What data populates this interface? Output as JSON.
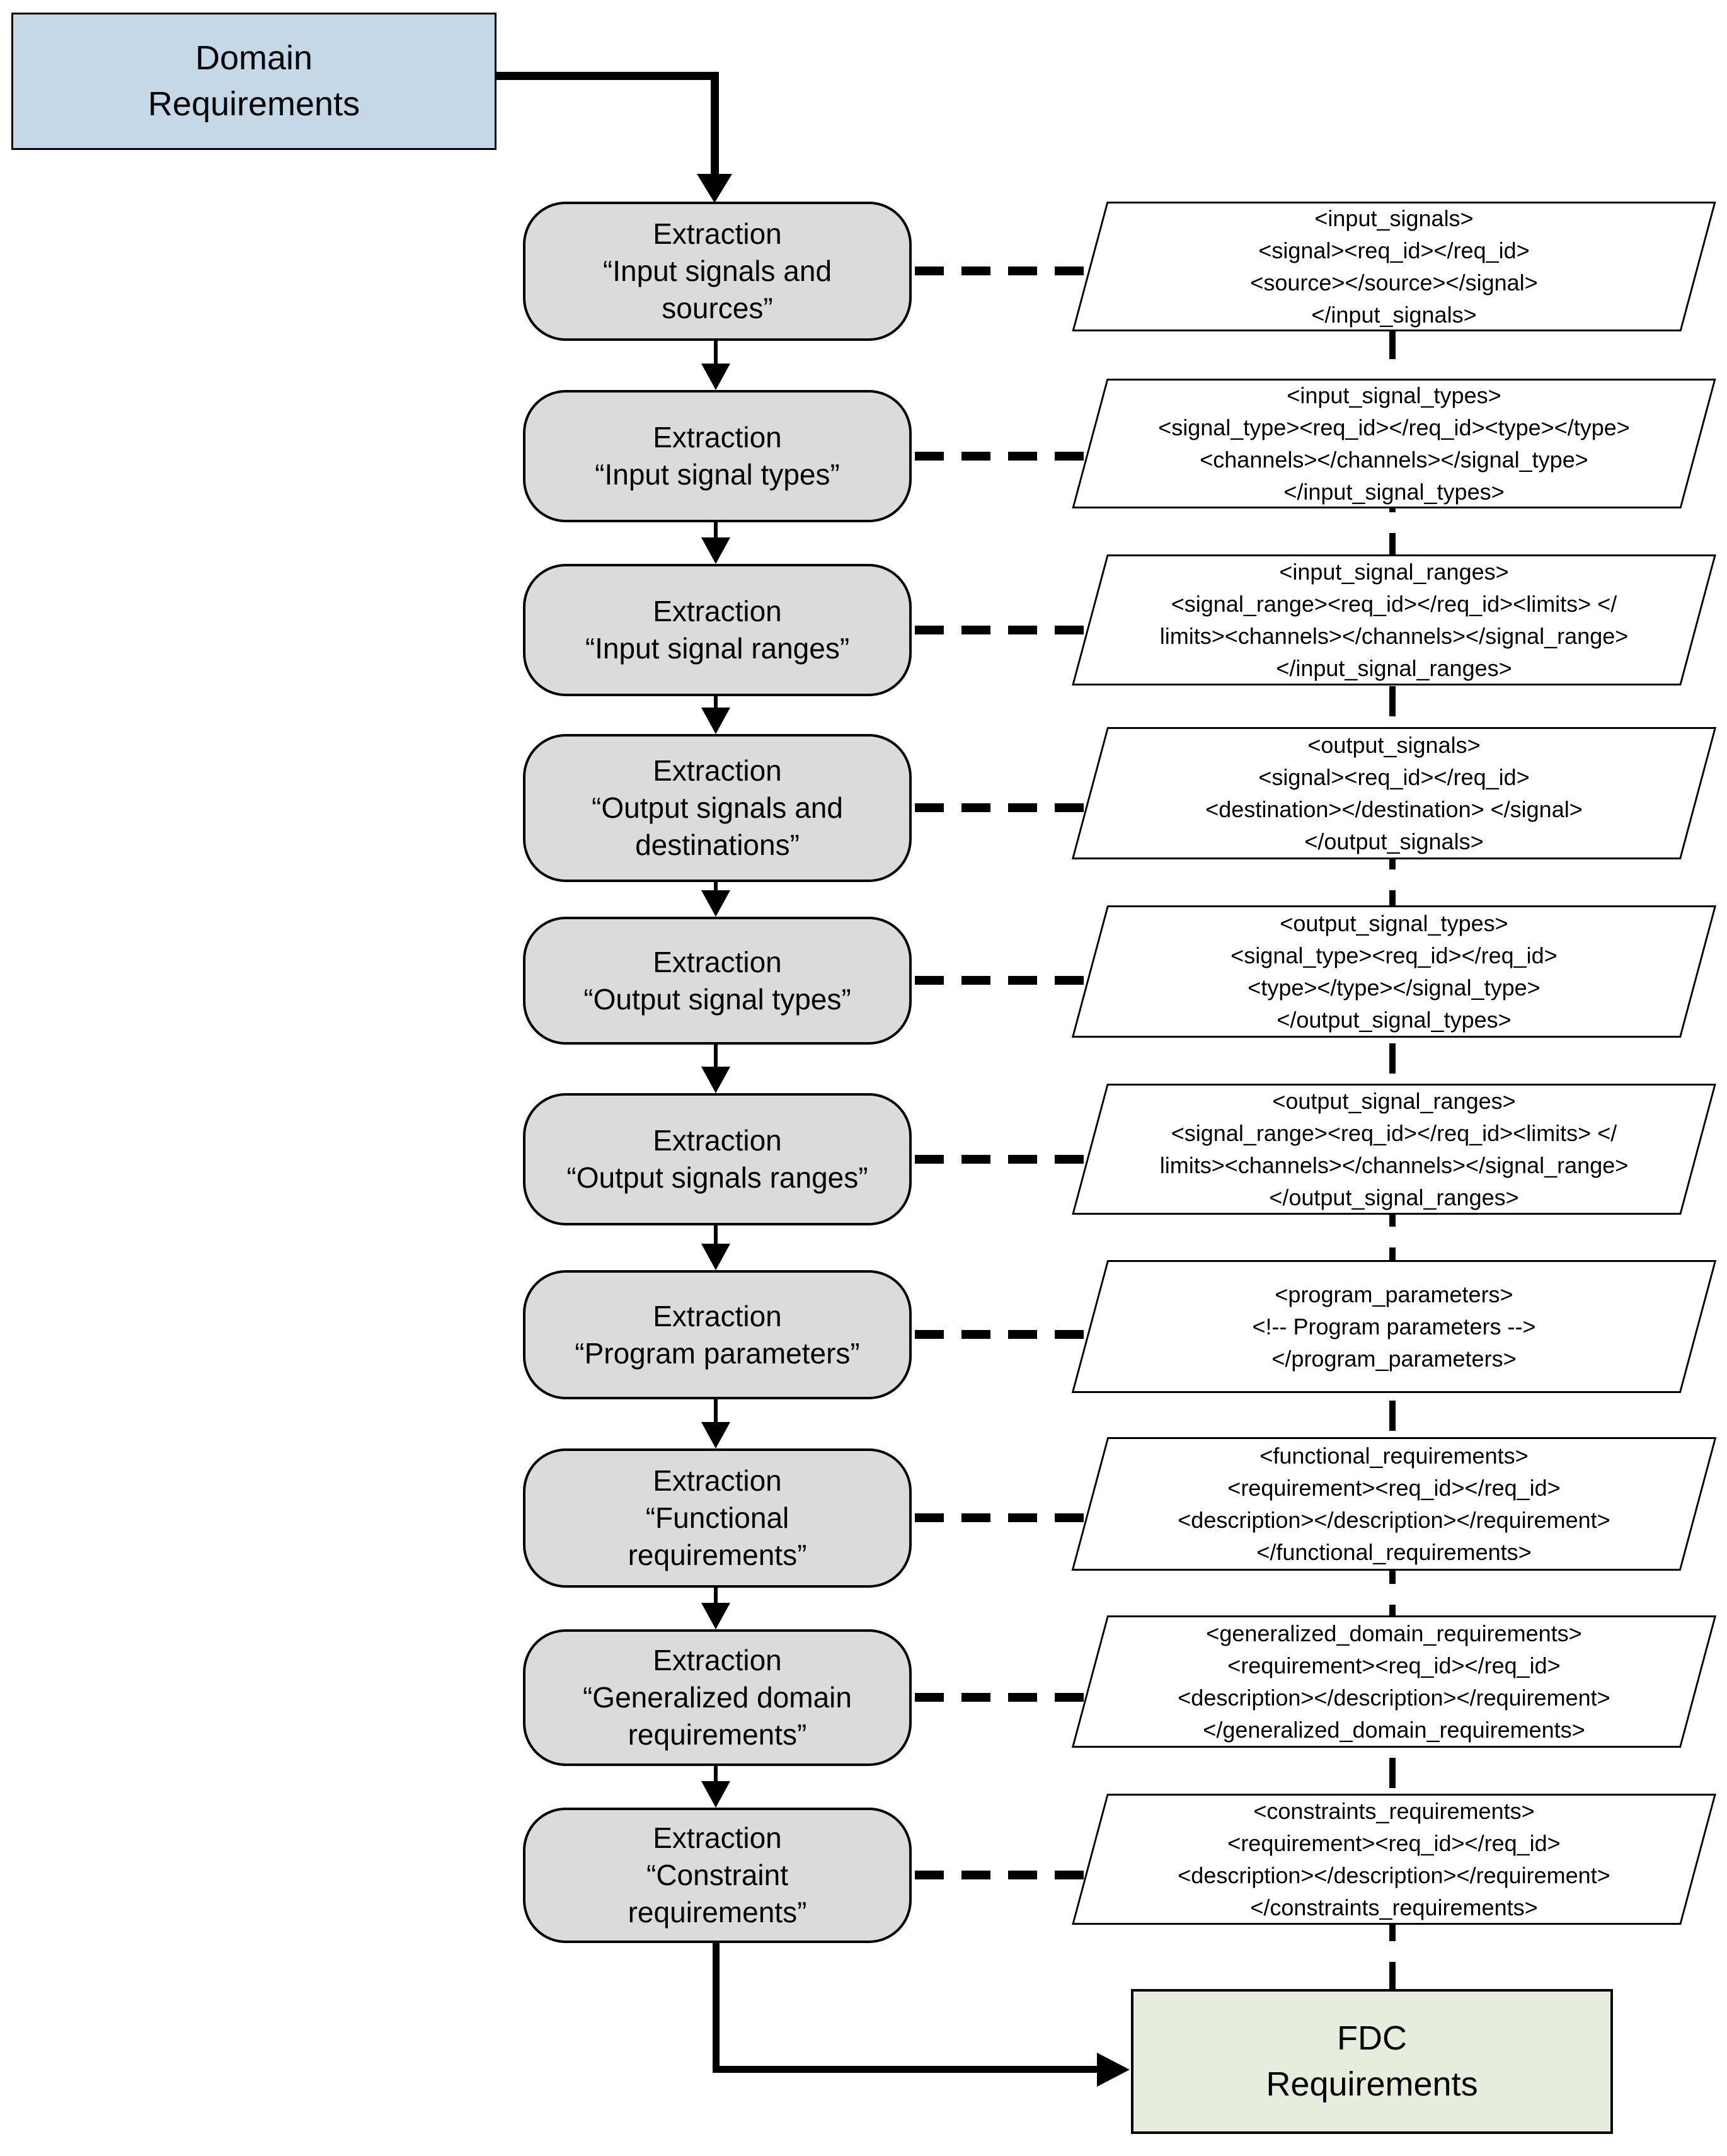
{
  "diagram": {
    "colors": {
      "start_fill": "#c5d8e8",
      "step_fill": "#dbdbdb",
      "end_fill": "#e7eddd",
      "xml_fill": "#ffffff",
      "stroke": "#000000"
    },
    "start_node": {
      "label_lines": [
        "Domain",
        "Requirements"
      ]
    },
    "end_node": {
      "label_lines": [
        "FDC",
        "Requirements"
      ]
    },
    "steps": [
      {
        "title": "Extraction",
        "quote_lines": [
          "“Input signals  and",
          "sources”"
        ],
        "xml_lines": [
          "<input_signals>",
          "<signal><req_id></req_id>",
          "<source></source></signal>",
          "</input_signals>"
        ]
      },
      {
        "title": "Extraction",
        "quote_lines": [
          "“Input signal types”"
        ],
        "xml_lines": [
          "<input_signal_types>",
          "<signal_type><req_id></req_id><type></type>",
          "<channels></channels></signal_type>",
          "</input_signal_types>"
        ]
      },
      {
        "title": "Extraction",
        "quote_lines": [
          "“Input signal ranges”"
        ],
        "xml_lines": [
          "<input_signal_ranges>",
          "<signal_range><req_id></req_id><limits> </",
          "limits><channels></channels></signal_range>",
          "</input_signal_ranges>"
        ]
      },
      {
        "title": "Extraction",
        "quote_lines": [
          "“Output signals and",
          "destinations”"
        ],
        "xml_lines": [
          "<output_signals>",
          "<signal><req_id></req_id>",
          "<destination></destination> </signal>",
          "</output_signals>"
        ]
      },
      {
        "title": "Extraction",
        "quote_lines": [
          "“Output signal types”"
        ],
        "xml_lines": [
          "<output_signal_types>",
          "<signal_type><req_id></req_id>",
          "<type></type></signal_type>",
          "</output_signal_types>"
        ]
      },
      {
        "title": "Extraction",
        "quote_lines": [
          "“Output signals  ranges”"
        ],
        "xml_lines": [
          "<output_signal_ranges>",
          "<signal_range><req_id></req_id><limits> </",
          "limits><channels></channels></signal_range>",
          "</output_signal_ranges>"
        ]
      },
      {
        "title": "Extraction",
        "quote_lines": [
          "“Program parameters”"
        ],
        "xml_lines": [
          "<program_parameters>",
          "<!-- Program parameters -->",
          "</program_parameters>"
        ]
      },
      {
        "title": "Extraction",
        "quote_lines": [
          "“Functional",
          "requirements”"
        ],
        "xml_lines": [
          "<functional_requirements>",
          "<requirement><req_id></req_id>",
          "<description></description></requirement>",
          "</functional_requirements>"
        ]
      },
      {
        "title": "Extraction",
        "quote_lines": [
          "“Generalized domain",
          "requirements”"
        ],
        "xml_lines": [
          "<generalized_domain_requirements>",
          "<requirement><req_id></req_id>",
          "<description></description></requirement>",
          "</generalized_domain_requirements>"
        ]
      },
      {
        "title": "Extraction",
        "quote_lines": [
          "“Constraint",
          "requirements”"
        ],
        "xml_lines": [
          "<constraints_requirements>",
          "<requirement><req_id></req_id>",
          "<description></description></requirement>",
          "</constraints_requirements>"
        ]
      }
    ]
  }
}
